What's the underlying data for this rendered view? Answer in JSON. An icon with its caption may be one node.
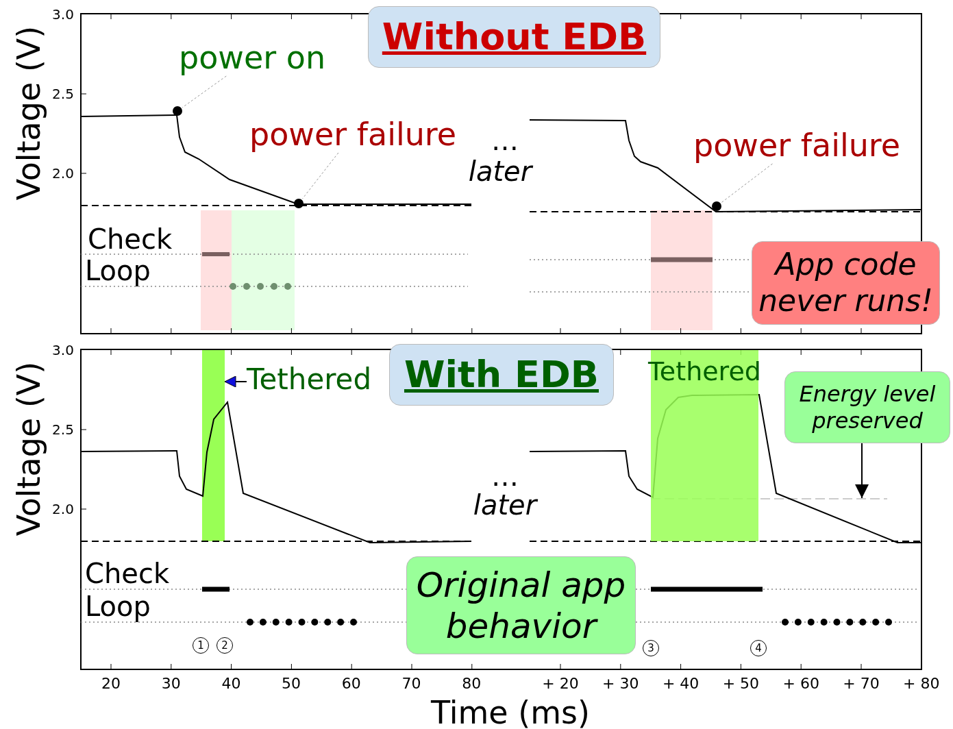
{
  "diagram": {
    "nodes": [
      {
        "text": [
          "Without EDB"
        ]
      },
      {
        "text": [
          "power on"
        ]
      },
      {
        "text": [],
        "shape": "circle"
      },
      {
        "text": [
          "power failure"
        ]
      },
      {
        "text": [],
        "shape": "circle"
      },
      {
        "text": [
          "power failure"
        ]
      },
      {
        "text": [],
        "shape": "circle"
      },
      {
        "text": [
          "App code never runs!"
        ]
      },
      {
        "text": [
          "With EDB"
        ]
      },
      {
        "text": [
          "Tethered"
        ]
      },
      {
        "text": [],
        "shape": "bar"
      },
      {
        "text": [
          "Tethered"
        ]
      },
      {
        "text": [
          "Energy level preserved"
        ]
      },
      {
        "text": [
          "Original app behavior"
        ]
      }
    ],
    "edges": [
      {
        "from": 1,
        "to": 2,
        "arrow": "none",
        "style": "dashed"
      },
      {
        "from": 3,
        "to": 4,
        "arrow": "none",
        "style": "dashed"
      },
      {
        "from": 5,
        "to": 6,
        "arrow": "none",
        "style": "dashed"
      },
      {
        "from": 9,
        "to": 10,
        "arrow": "to",
        "color": "#000000"
      },
      {
        "from": 12,
        "to": null,
        "arrow": "to",
        "color": "#000000"
      }
    ],
    "labels": [
      "Voltage (V)",
      "3.0",
      "2.5",
      "2.0",
      "Check",
      "Loop",
      "…",
      "later",
      "Voltage (V)",
      "3.0",
      "2.5",
      "2.0",
      "Check",
      "Loop",
      "…",
      "later",
      "1",
      "2",
      "3",
      "4",
      "20",
      "30",
      "40",
      "50",
      "60",
      "70",
      "80",
      "+ 20",
      "+ 30",
      "+ 40",
      "+ 50",
      "+ 60",
      "+ 70",
      "+ 80",
      "Time (ms)"
    ]
  }
}
